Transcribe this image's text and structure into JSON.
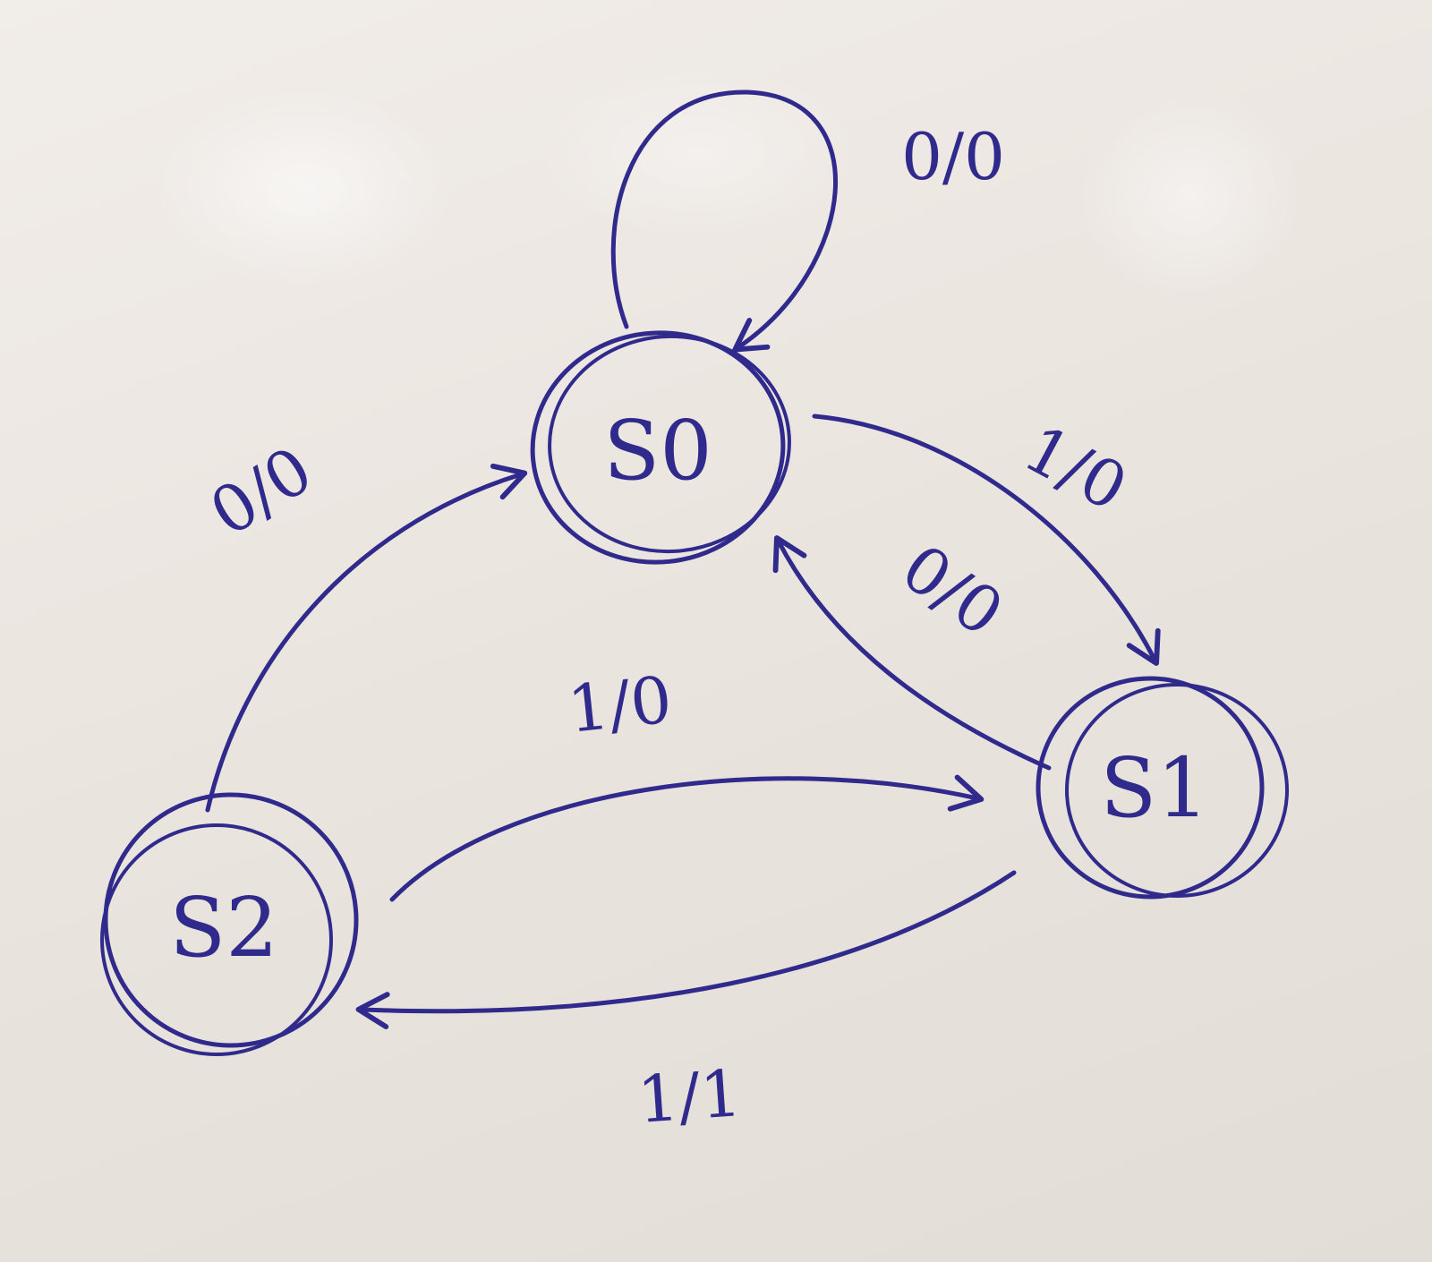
{
  "diagram": {
    "ink_color": "#2f2a8c",
    "paper_color": "#ece6e0",
    "states": [
      {
        "id": "S0",
        "label": "S0"
      },
      {
        "id": "S1",
        "label": "S1"
      },
      {
        "id": "S2",
        "label": "S2"
      }
    ],
    "transitions": [
      {
        "from": "S0",
        "to": "S0",
        "label": "0/0"
      },
      {
        "from": "S0",
        "to": "S1",
        "label": "1/0"
      },
      {
        "from": "S1",
        "to": "S0",
        "label": "0/0"
      },
      {
        "from": "S2",
        "to": "S0",
        "label": "0/0"
      },
      {
        "from": "S2",
        "to": "S1",
        "label": "1/0"
      },
      {
        "from": "S1",
        "to": "S2",
        "label": "1/1"
      }
    ]
  }
}
